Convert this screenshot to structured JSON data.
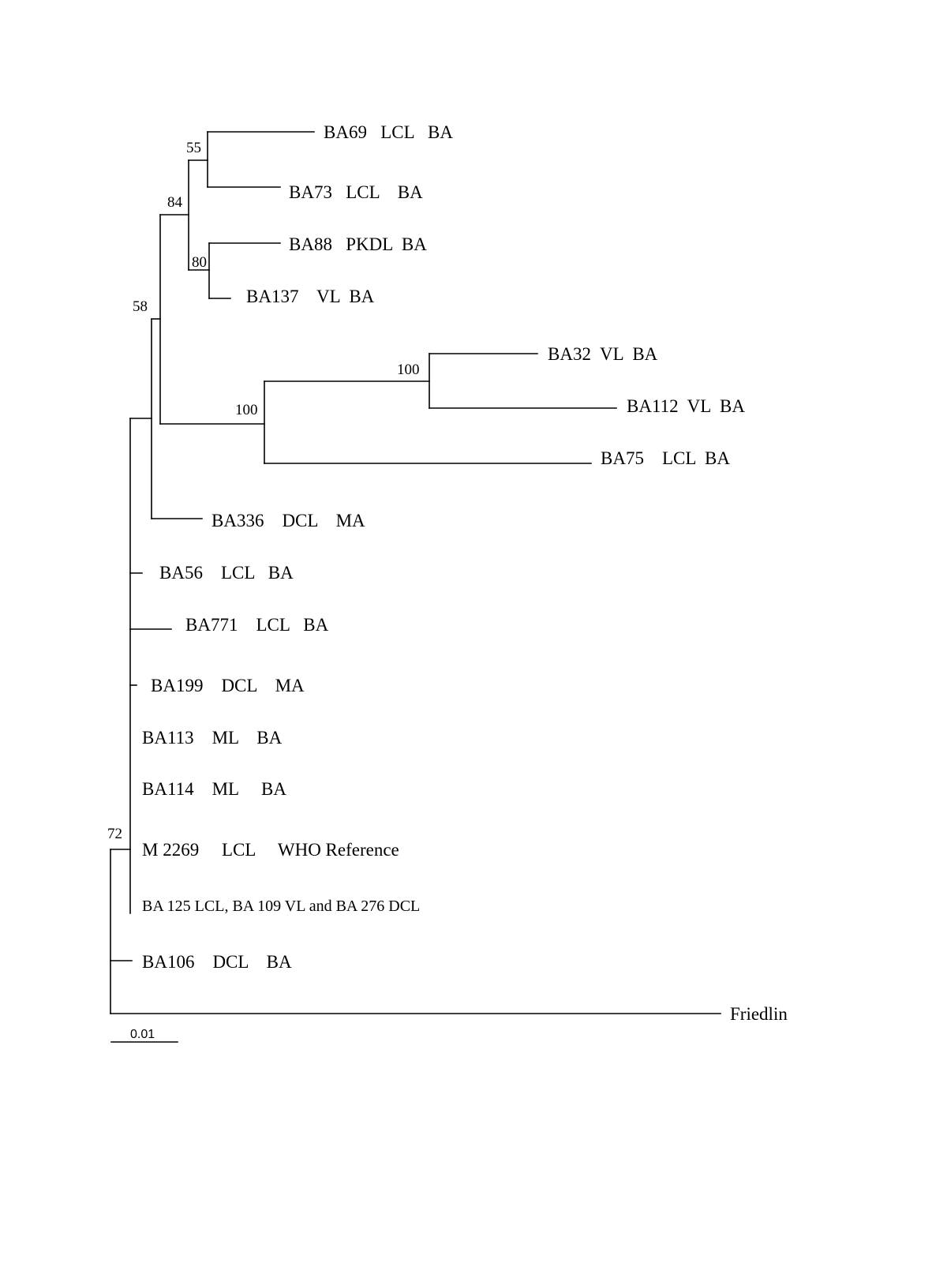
{
  "tree": {
    "leaves": [
      {
        "id": "ba69",
        "label": "BA69   LCL   BA"
      },
      {
        "id": "ba73",
        "label": "BA73   LCL    BA"
      },
      {
        "id": "ba88",
        "label": "BA88   PKDL  BA"
      },
      {
        "id": "ba137",
        "label": "BA137    VL  BA"
      },
      {
        "id": "ba32",
        "label": "BA32  VL  BA"
      },
      {
        "id": "ba112",
        "label": "BA112  VL  BA"
      },
      {
        "id": "ba75",
        "label": "BA75    LCL  BA"
      },
      {
        "id": "ba336",
        "label": "BA336    DCL    MA"
      },
      {
        "id": "ba56",
        "label": "BA56    LCL   BA"
      },
      {
        "id": "ba771",
        "label": "BA771    LCL   BA"
      },
      {
        "id": "ba199",
        "label": "BA199    DCL    MA"
      },
      {
        "id": "ba113",
        "label": "BA113    ML    BA"
      },
      {
        "id": "ba114",
        "label": "BA114    ML     BA"
      },
      {
        "id": "m2269",
        "label": "M 2269     LCL     WHO Reference"
      },
      {
        "id": "ba125",
        "label": "BA 125 LCL, BA 109 VL and BA 276 DCL"
      },
      {
        "id": "ba106",
        "label": "BA106    DCL    BA"
      },
      {
        "id": "friedlin",
        "label": "Friedlin"
      }
    ],
    "bootstrap": {
      "n55": "55",
      "n84": "84",
      "n80": "80",
      "n58": "58",
      "n100a": "100",
      "n100b": "100",
      "n72": "72"
    },
    "scale_bar_label": "0.01"
  }
}
